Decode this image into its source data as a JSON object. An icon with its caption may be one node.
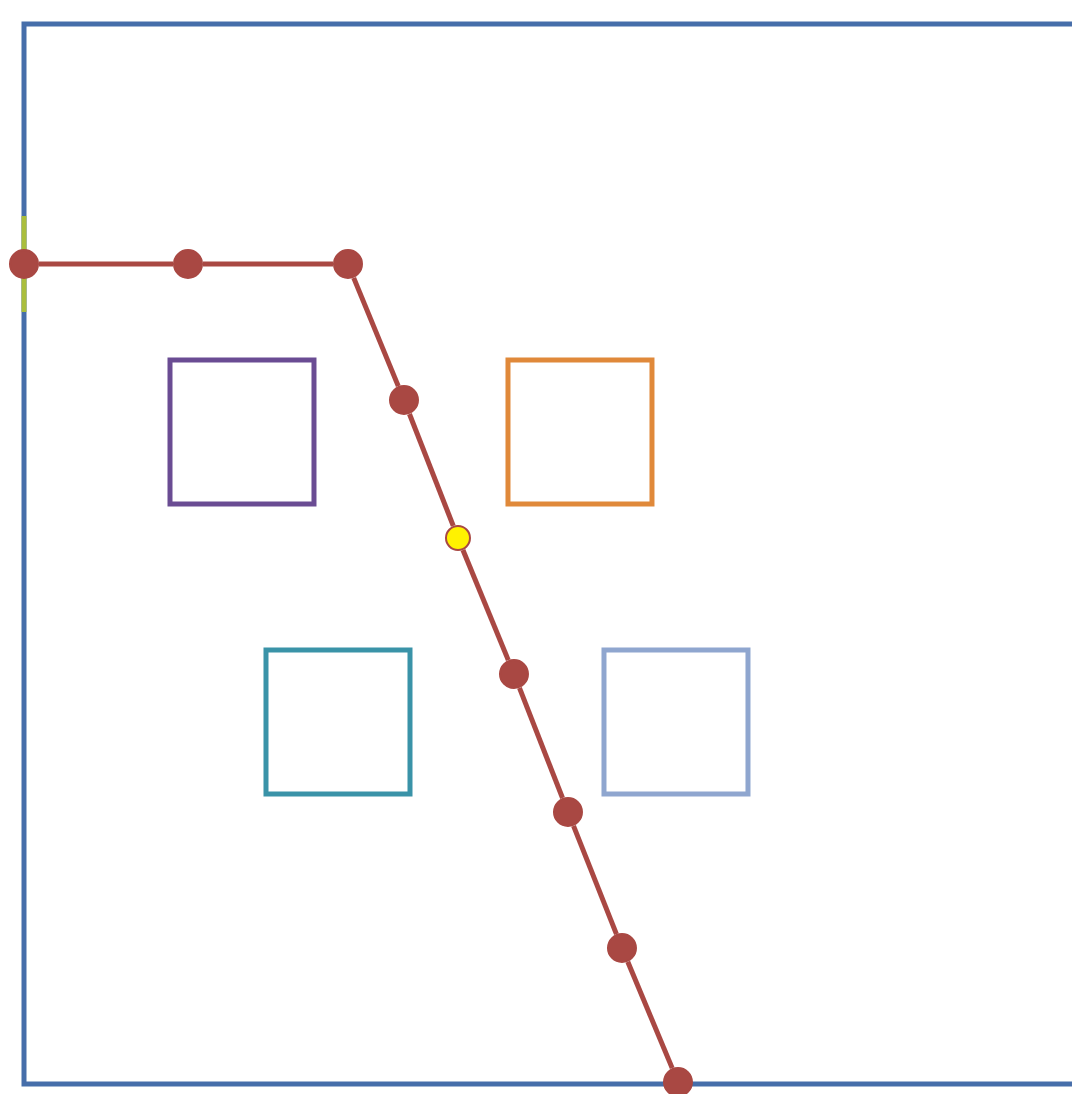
{
  "diagram": {
    "nodes": [
      {
        "text": [],
        "shape": "circle"
      },
      {
        "text": [],
        "shape": "circle"
      },
      {
        "text": [],
        "shape": "circle"
      },
      {
        "text": [],
        "shape": "circle"
      },
      {
        "text": [],
        "shape": "circle"
      },
      {
        "text": [],
        "shape": "circle"
      },
      {
        "text": [],
        "shape": "circle"
      },
      {
        "text": [],
        "shape": "circle"
      },
      {
        "text": [],
        "shape": "circle"
      },
      {
        "text": [],
        "shape": "box"
      },
      {
        "text": [],
        "shape": "box"
      },
      {
        "text": [],
        "shape": "box"
      },
      {
        "text": [],
        "shape": "box"
      }
    ],
    "edges": [
      {
        "from": 0,
        "to": 1,
        "arrow": "none"
      },
      {
        "from": 1,
        "to": 2,
        "arrow": "none"
      },
      {
        "from": 2,
        "to": 3,
        "arrow": "none"
      },
      {
        "from": 3,
        "to": 4,
        "arrow": "none"
      },
      {
        "from": 4,
        "to": 5,
        "arrow": "none"
      },
      {
        "from": 5,
        "to": 6,
        "arrow": "none"
      },
      {
        "from": 6,
        "to": 7,
        "arrow": "none"
      },
      {
        "from": 7,
        "to": 8,
        "arrow": "none"
      }
    ]
  }
}
